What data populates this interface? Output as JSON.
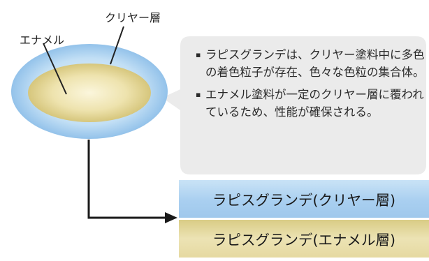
{
  "labels": {
    "clear_layer": "クリヤー層",
    "enamel": "エナメル"
  },
  "bubble": {
    "bullet_symbol": "▪",
    "items": [
      "ラピスグランデは、クリヤー塗料中に多色の着色粒子が存在、色々な色粒の集合体。",
      "エナメル塗料が一定のクリヤー層に覆われているため、性能が確保される。"
    ]
  },
  "layers": {
    "clear": "ラピスグランデ(クリヤー層)",
    "enamel": "ラピスグランデ(エナメル層)"
  },
  "colors": {
    "clear_blue": "#a9cff0",
    "enamel_yellow": "#e6d9a1",
    "bubble_gray": "#ebebeb",
    "arrow": "#1a1a1a"
  }
}
